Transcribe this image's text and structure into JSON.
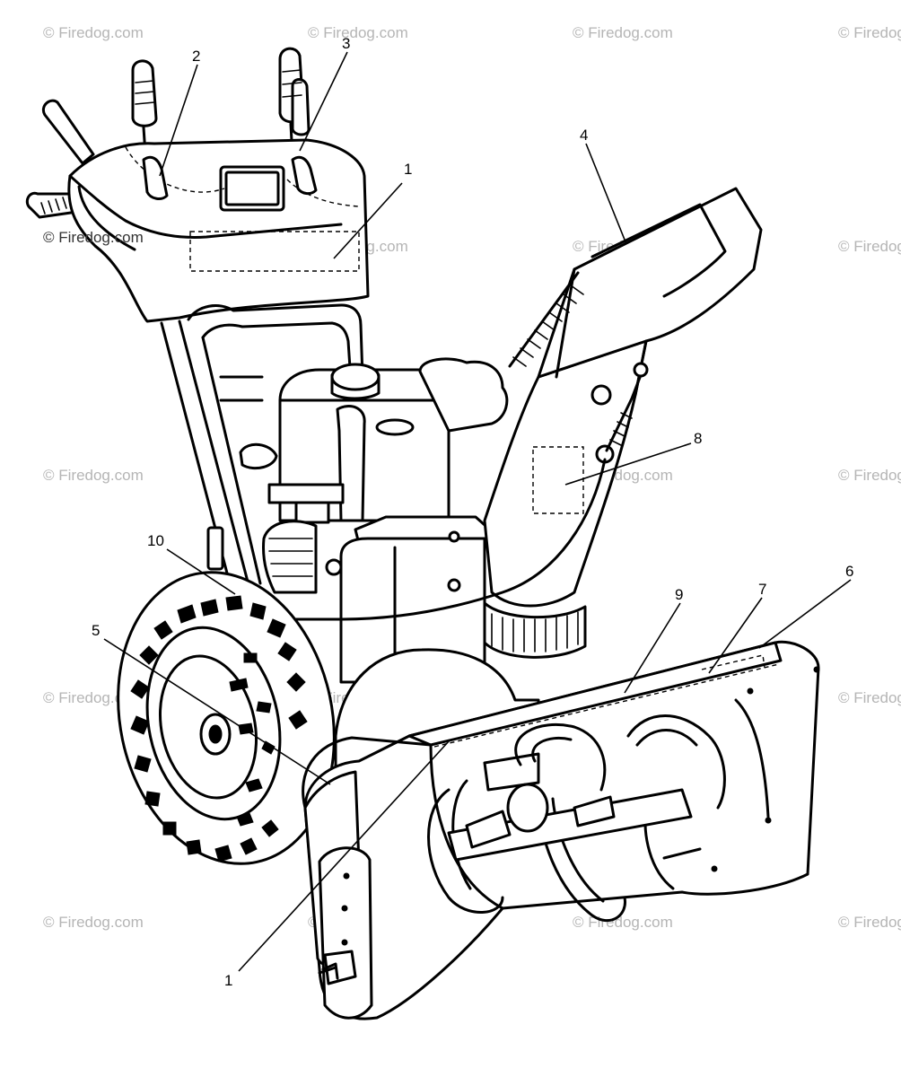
{
  "watermark": {
    "text": "© Firedog.com",
    "text_dark": "© Firedog.com",
    "color": "#b5b5b5"
  },
  "callouts": {
    "c1_top": "1",
    "c2": "2",
    "c3": "3",
    "c4": "4",
    "c5": "5",
    "c6": "6",
    "c7": "7",
    "c8": "8",
    "c9": "9",
    "c10": "10",
    "c1_bottom": "1"
  }
}
